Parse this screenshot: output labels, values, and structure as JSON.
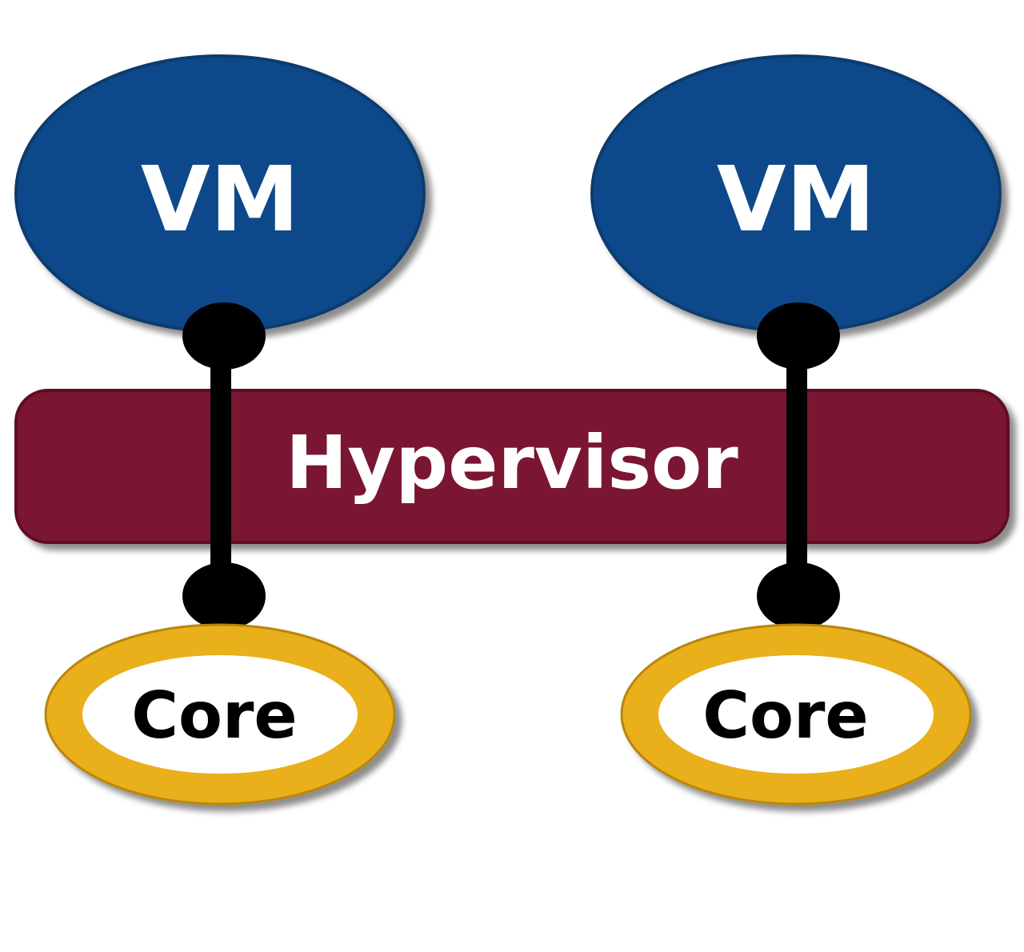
{
  "colors": {
    "vm_fill": "#0e4a8a",
    "vm_stroke": "#0a3a6e",
    "hypervisor_fill": "#7a1530",
    "hypervisor_stroke": "#5e0f24",
    "core_ring": "#e9b01f",
    "core_ring_stroke": "#b8860b",
    "core_inner": "#ffffff",
    "connector": "#000000",
    "light_text": "#ffffff",
    "dark_text": "#000000",
    "shadow": "#808080"
  },
  "vms": [
    {
      "label": "VM"
    },
    {
      "label": "VM"
    }
  ],
  "hypervisor": {
    "label": "Hypervisor"
  },
  "cores": [
    {
      "label": "Core"
    },
    {
      "label": "Core"
    }
  ]
}
